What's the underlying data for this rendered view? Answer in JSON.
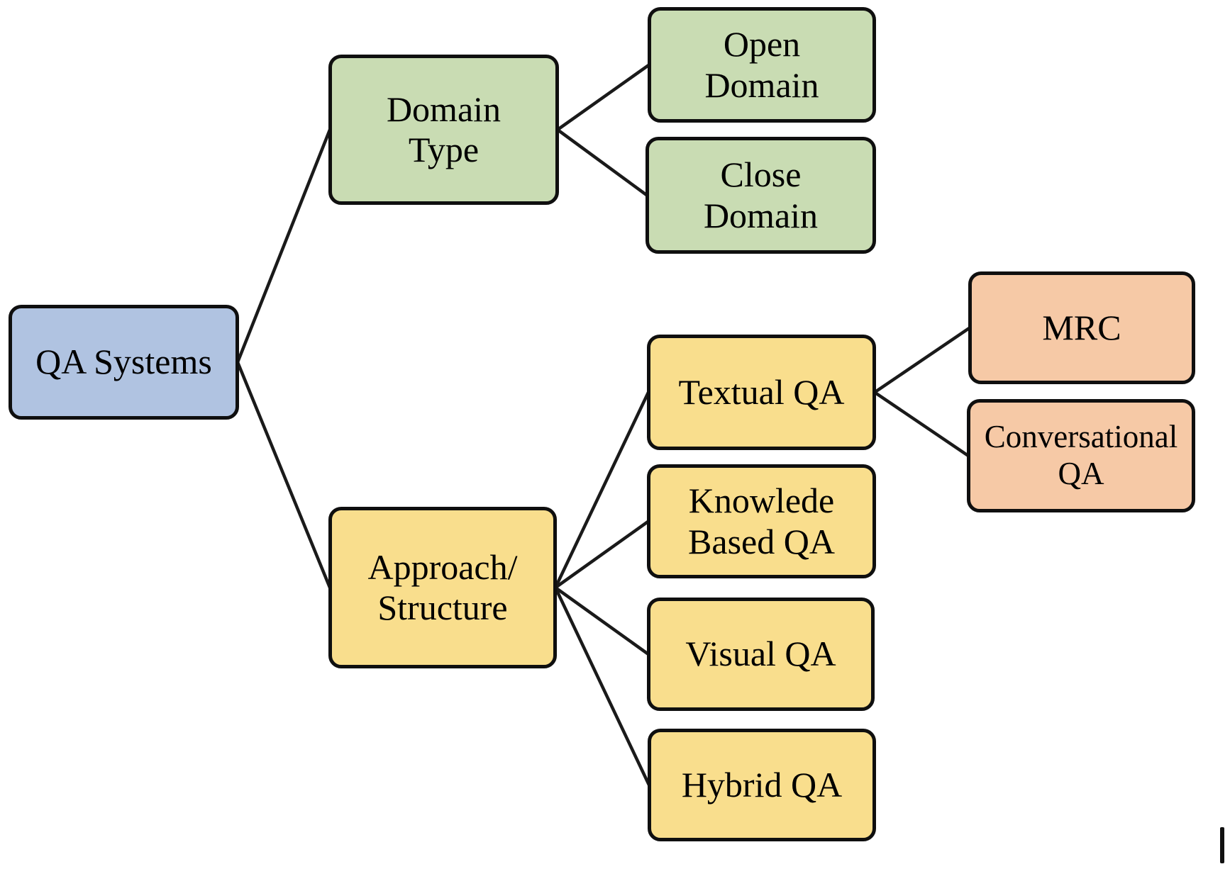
{
  "diagram": {
    "nodes": [
      {
        "id": "qa-systems",
        "label": "QA Systems",
        "color": "blue"
      },
      {
        "id": "domain-type",
        "label": "Domain\nType",
        "color": "green"
      },
      {
        "id": "open-domain",
        "label": "Open\nDomain",
        "color": "green"
      },
      {
        "id": "close-domain",
        "label": "Close\nDomain",
        "color": "green"
      },
      {
        "id": "approach-structure",
        "label": "Approach/\nStructure",
        "color": "yellow"
      },
      {
        "id": "textual-qa",
        "label": "Textual QA",
        "color": "yellow"
      },
      {
        "id": "knowledge-based-qa",
        "label": "Knowlede\nBased QA",
        "color": "yellow"
      },
      {
        "id": "visual-qa",
        "label": "Visual QA",
        "color": "yellow"
      },
      {
        "id": "hybrid-qa",
        "label": "Hybrid QA",
        "color": "yellow"
      },
      {
        "id": "mrc",
        "label": "MRC",
        "color": "orange"
      },
      {
        "id": "conversational-qa",
        "label": "Conversational\nQA",
        "color": "orange"
      }
    ],
    "edges": [
      {
        "from": "qa-systems",
        "to": "domain-type"
      },
      {
        "from": "qa-systems",
        "to": "approach-structure"
      },
      {
        "from": "domain-type",
        "to": "open-domain"
      },
      {
        "from": "domain-type",
        "to": "close-domain"
      },
      {
        "from": "approach-structure",
        "to": "textual-qa"
      },
      {
        "from": "approach-structure",
        "to": "knowledge-based-qa"
      },
      {
        "from": "approach-structure",
        "to": "visual-qa"
      },
      {
        "from": "approach-structure",
        "to": "hybrid-qa"
      },
      {
        "from": "textual-qa",
        "to": "mrc"
      },
      {
        "from": "textual-qa",
        "to": "conversational-qa"
      }
    ],
    "colors": {
      "blue": "#b0c3e1",
      "green": "#c9dcb3",
      "yellow": "#f9de8d",
      "orange": "#f6c9a6",
      "border": "#0f0f0f",
      "line": "#1a1a1a"
    }
  }
}
